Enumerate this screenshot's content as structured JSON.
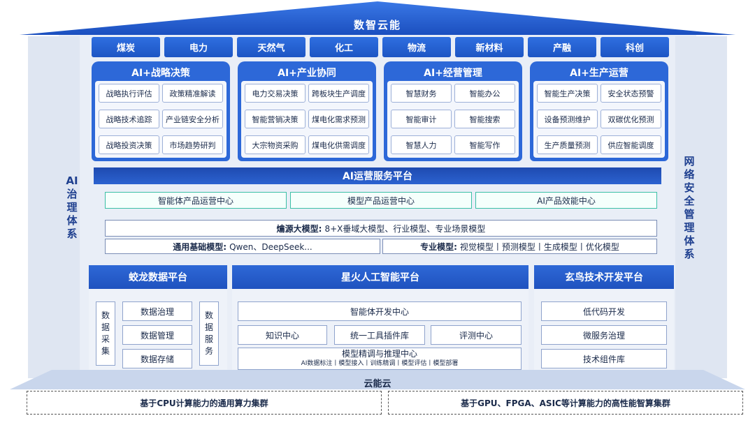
{
  "header": {
    "title": "数智云能"
  },
  "left_side": {
    "label": "AI治理体系"
  },
  "right_side": {
    "label": "网络安全管理体系"
  },
  "industries": [
    "煤炭",
    "电力",
    "天然气",
    "化工",
    "物流",
    "新材料",
    "产融",
    "科创"
  ],
  "ai_groups": [
    {
      "title": "AI+战略决策",
      "items": [
        "战略执行评估",
        "政策精准解读",
        "战略技术追踪",
        "产业链安全分析",
        "战略投资决策",
        "市场趋势研判"
      ]
    },
    {
      "title": "AI+产业协同",
      "items": [
        "电力交易决策",
        "跨板块生产调度",
        "智能营销决策",
        "煤电化需求预测",
        "大宗物资采购",
        "煤电化供需调度"
      ]
    },
    {
      "title": "AI+经营管理",
      "items": [
        "智慧财务",
        "智能办公",
        "智能审计",
        "智能搜索",
        "智慧人力",
        "智能写作"
      ]
    },
    {
      "title": "AI+生产运营",
      "items": [
        "智能生产决策",
        "安全状态预警",
        "设备预测维护",
        "双碳优化预测",
        "生产质量预测",
        "供应智能调度"
      ]
    }
  ],
  "ops_platform": {
    "title": "AI运营服务平台",
    "centers": [
      "智能体产品运营中心",
      "模型产品运营中心",
      "AI产品效能中心"
    ]
  },
  "models": {
    "main_label": "爚源大模型:",
    "main_text": "8+X垂域大模型、行业模型、专业场景模型",
    "general_label": "通用基础模型:",
    "general_text": "Qwen、DeepSeek...",
    "special_label": "专业模型:",
    "special_text": "视觉模型丨预测模型丨生成模型丨优化模型"
  },
  "data_platform": {
    "title": "蛟龙数据平台",
    "collect": "数据采集",
    "items": [
      "数据治理",
      "数据管理",
      "数据存储"
    ],
    "service": "数据服务"
  },
  "ai_platform": {
    "title": "星火人工智能平台",
    "agent_center": "智能体开发中心",
    "mid_items": [
      "知识中心",
      "统一工具插件库",
      "评测中心"
    ],
    "tuning_title": "模型精调与推理中心",
    "tuning_sub": "AI数据标注丨模型接入丨训练精调丨模型评估丨模型部署"
  },
  "tech_platform": {
    "title": "玄鸟技术开发平台",
    "items": [
      "低代码开发",
      "微服务治理",
      "技术组件库"
    ]
  },
  "base": {
    "title": "云能云",
    "clusters": [
      "基于CPU计算能力的通用算力集群",
      "基于GPU、FPGA、ASIC等计算能力的高性能智算集群"
    ]
  },
  "colors": {
    "primary": "#2d68d8",
    "dark": "#1e4ab0",
    "teal": "#3bbfa6",
    "frame": "#e9eef7"
  }
}
